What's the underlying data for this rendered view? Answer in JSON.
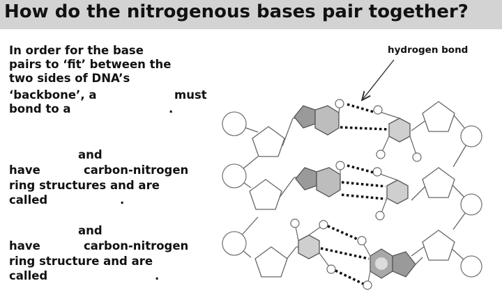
{
  "title": "How do the nitrogenous bases pair together?",
  "paragraph1": {
    "line1": "In order for the base",
    "line2": "pairs to ‘fit’ between the",
    "line3": "two sides of DNA’s",
    "line4_a": "‘backbone’, a",
    "line4_b": "must",
    "line5_a": "bond to a",
    "line5_b": "."
  },
  "paragraph2": {
    "line1": "and",
    "line2_a": "have",
    "line2_b": "carbon-nitrogen",
    "line3": "ring structures and are",
    "line4_a": "called",
    "line4_b": "."
  },
  "paragraph3": {
    "line1": "and",
    "line2_a": "have",
    "line2_b": "carbon-nitrogen",
    "line3": "ring structure and are",
    "line4_a": "called",
    "line4_b": "."
  },
  "diagram": {
    "label": "hydrogen bond",
    "colors": {
      "purine_ring": "#9a9a9a",
      "pyrimidine_ring": "#cfcfcf",
      "outline": "#555555",
      "hbond": "#111111"
    }
  }
}
